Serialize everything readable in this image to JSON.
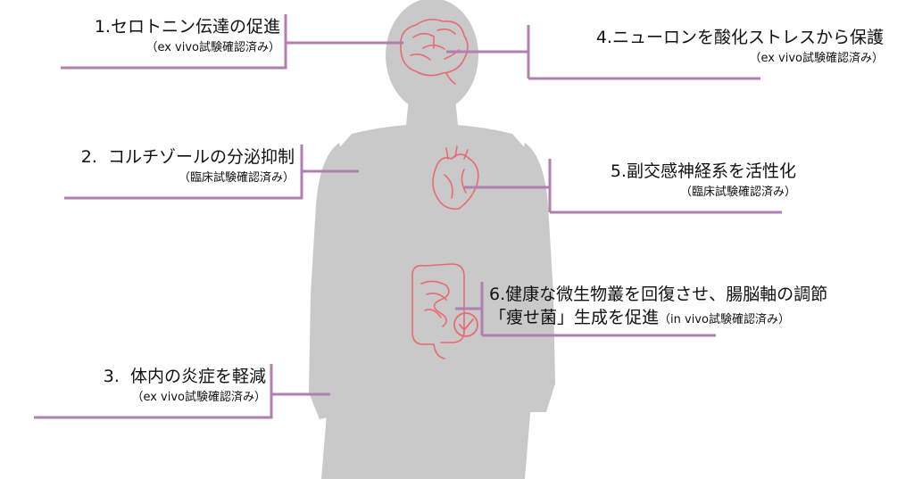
{
  "accent_color": "#b07fb0",
  "silhouette_color": "#c9c9c9",
  "organ_color": "#e86b6f",
  "benefits": [
    {
      "num": "1.",
      "title": "セロトニン伝達の促進",
      "note": "（ex vivo試験確認済み）"
    },
    {
      "num": "2.",
      "title": "コルチゾールの分泌抑制",
      "note": "（臨床試験確認済み）"
    },
    {
      "num": "3.",
      "title": "体内の炎症を軽減",
      "note": "（ex vivo試験確認済み）"
    },
    {
      "num": "4.",
      "title": "ニューロンを酸化ストレスから保護",
      "note": "（ex vivo試験確認済み）"
    },
    {
      "num": "5.",
      "title": "副交感神経系を活性化",
      "note": "（臨床試験確認済み）"
    },
    {
      "num": "6.",
      "title": "健康な微生物叢を回復させ、腸脳軸の調節",
      "title2": "「痩せ菌」生成を促進",
      "note": "（in vivo試験確認済み）"
    }
  ]
}
